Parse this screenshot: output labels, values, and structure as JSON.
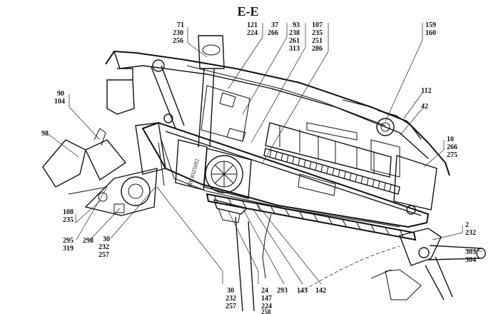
{
  "title": "E-E",
  "callouts": {
    "c71": [
      "71",
      "230",
      "256"
    ],
    "c121": [
      "121",
      "224"
    ],
    "c37": [
      "37",
      "266"
    ],
    "c93": [
      "93",
      "238",
      "261",
      "313"
    ],
    "c107": [
      "107",
      "235",
      "251",
      "286"
    ],
    "c159": [
      "159",
      "160"
    ],
    "c112": [
      "112"
    ],
    "c42": [
      "42"
    ],
    "c90": [
      "90",
      "104"
    ],
    "c98": [
      "98"
    ],
    "c10": [
      "10",
      "266",
      "275"
    ],
    "c108": [
      "108",
      "235"
    ],
    "c295": [
      "295",
      "319"
    ],
    "c298": [
      "298"
    ],
    "c30a": [
      "30",
      "232",
      "257"
    ],
    "c2": [
      "2",
      "232"
    ],
    "c303": [
      "303",
      "304"
    ],
    "c30b": [
      "30",
      "232",
      "257"
    ],
    "c24": [
      "24",
      "147",
      "224",
      "258"
    ],
    "c293": [
      "293"
    ],
    "c143": [
      "143"
    ],
    "c142": [
      "142"
    ]
  },
  "part_marking": "ПР 8325092"
}
